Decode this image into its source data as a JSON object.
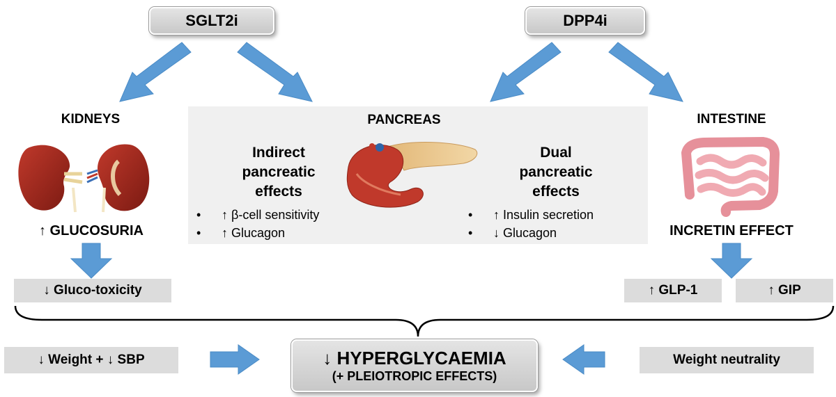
{
  "top": {
    "left_drug": "SGLT2i",
    "right_drug": "DPP4i"
  },
  "kidneys": {
    "title": "KIDNEYS",
    "effect": "↑ GLUCOSURIA",
    "result": "↓ Gluco-toxicity"
  },
  "pancreas": {
    "title": "PANCREAS",
    "left_heading": [
      "Indirect",
      "pancreatic",
      "effects"
    ],
    "right_heading": [
      "Dual",
      "pancreatic",
      "effects"
    ],
    "left_bullets": [
      "↑ β-cell sensitivity",
      "↑ Glucagon"
    ],
    "right_bullets": [
      "↑ Insulin secretion",
      "↓ Glucagon"
    ],
    "bullet_symbol": "•"
  },
  "intestine": {
    "title": "INTESTINE",
    "effect": "INCRETIN EFFECT",
    "result_left": "↑ GLP-1",
    "result_right": "↑ GIP"
  },
  "bottom": {
    "left_effect": "↓ Weight + ↓ SBP",
    "main_line1": "↓ HYPERGLYCAEMIA",
    "main_line2": "(+ PLEIOTROPIC EFFECTS)",
    "right_effect": "Weight neutrality"
  },
  "colors": {
    "arrow": "#5b9bd5",
    "panel": "#f0f0f0",
    "box": "#dcdcdc"
  }
}
